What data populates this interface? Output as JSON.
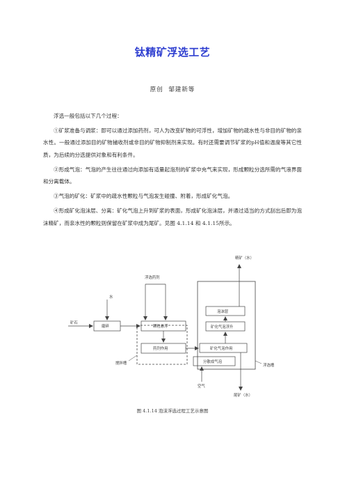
{
  "document": {
    "title": "钛精矿浮选工艺",
    "author_tag": "原创",
    "author": "邹建新等",
    "paragraphs": [
      "浮选一般包括以下几个过程：",
      "①矿浆准备与调浆：即可以通过添加药剂，可人为改变矿物的可浮性，增加矿物的疏水性与非目的矿物的亲水性。一般通过添加目的矿物捕收剂或非目的矿物抑制剂来实现。有时还需要调节矿浆的pH值和温度等其它性质，为后续的分选提供对象和有利条件。",
      "②形成气泡：气泡的产生往往通过向添加有适量起泡剂的矿浆中充气来实现，形成颗粒分选所需的气液界面和分离载体。",
      "③气泡的矿化：矿浆中的疏水性颗粒与气泡发生碰撞、附着，形成矿化气泡。",
      "④形成矿化泡沫层、分离：矿化气泡上升到矿浆的表面，形成矿化泡沫层，并通过适当的方式刮出后即为泡沫精矿，而亲水性的颗粒则保留在矿浆中成为尾矿。见图 4.1.14 和 4.1.15所示。"
    ]
  },
  "diagram": {
    "labels": {
      "concentrate": "精矿（水）",
      "reagent": "浮选药剂",
      "water": "水",
      "ore": "矿石",
      "grinding": "磨碎",
      "conditioning": "颗粒悬浮",
      "reagent_action": "药剂作用",
      "foam_layer": "泡沫层",
      "bubble_rise": "矿化气泡浮升",
      "bubble_mineralize": "矿化气泡作用",
      "disperse_bubbles": "分散成气泡",
      "mixing_tank": "搅拌槽",
      "flotation_cell": "浮选槽",
      "air": "空气",
      "tailings": "尾矿（水）"
    }
  },
  "figure": {
    "caption": "图 4.1.14 泡沫浮选过程工艺示意图"
  }
}
